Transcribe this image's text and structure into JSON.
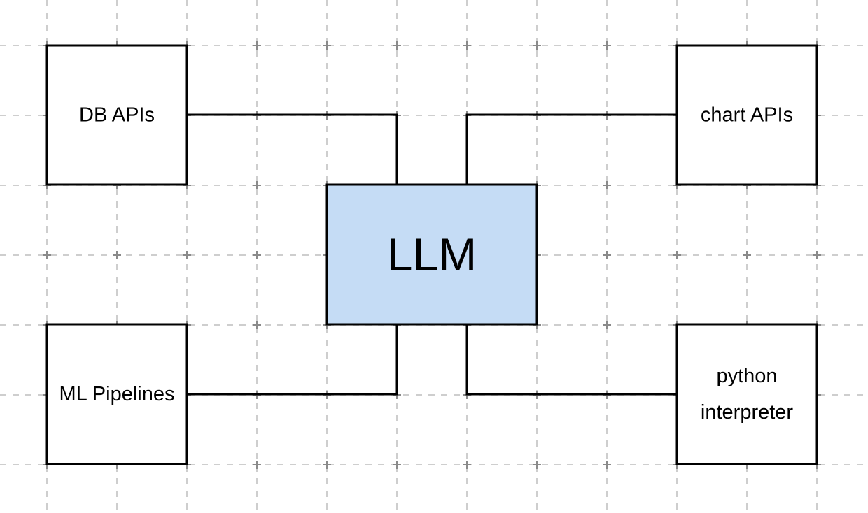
{
  "diagram": {
    "center": {
      "label": "LLM",
      "fill_color": "#c5dcf5"
    },
    "nodes": [
      {
        "id": "db-apis",
        "lines": [
          "DB APIs"
        ]
      },
      {
        "id": "chart-apis",
        "lines": [
          "chart APIs"
        ]
      },
      {
        "id": "ml-pipelines",
        "lines": [
          "ML Pipelines"
        ]
      },
      {
        "id": "python-interpreter",
        "lines": [
          "python",
          "interpreter"
        ]
      }
    ],
    "edges": [
      {
        "from": "db-apis",
        "to": "llm"
      },
      {
        "from": "chart-apis",
        "to": "llm"
      },
      {
        "from": "ml-pipelines",
        "to": "llm"
      },
      {
        "from": "python-interpreter",
        "to": "llm"
      }
    ],
    "style": {
      "stroke_color": "#000000",
      "grid_color": "#bdbdbd",
      "grid_marker_color": "#8a8a8a",
      "background": "#ffffff",
      "grid_visible": true
    }
  }
}
